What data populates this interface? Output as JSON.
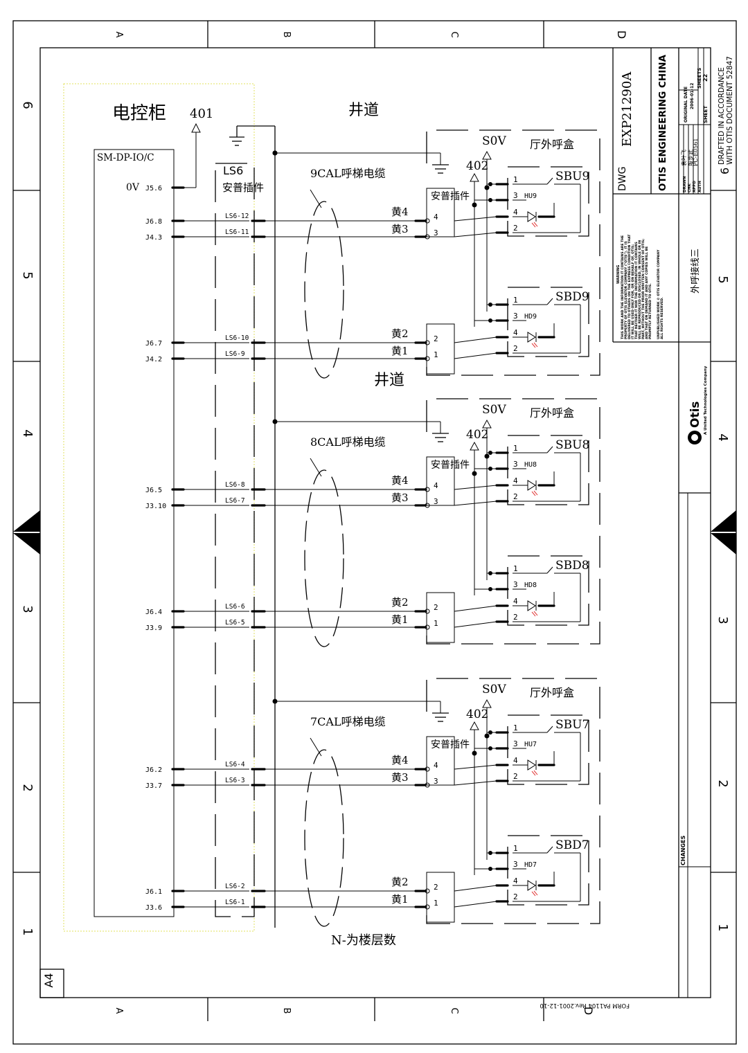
{
  "border": {
    "cols": [
      "A",
      "B",
      "C",
      "D"
    ],
    "rows": [
      "6",
      "5",
      "4",
      "3",
      "2",
      "1"
    ],
    "sheet_size": "A4",
    "form_note": "FORM PA1104 Rev.2001-12-10"
  },
  "cabinet": {
    "title": "电控柜",
    "terminal_401": "401",
    "board": "SM-DP-IO/C",
    "ov_label": "0V",
    "ov_pin": "J5.6"
  },
  "shaft_label": "井道",
  "ls6": {
    "name": "LS6",
    "sub": "安普插件"
  },
  "sections": [
    {
      "cable": "9CAL呼梯电缆",
      "hall_box": "厅外呼盒",
      "s0v": "S0V",
      "t402": "402",
      "amp": "安普插件",
      "up_btn": "SBU9",
      "up_led": "HU9",
      "dn_btn": "SBD9",
      "dn_led": "HD9",
      "wires": [
        {
          "j": "J6.8",
          "ls": "LS6-12",
          "color": "黄4",
          "amp_pin": "4"
        },
        {
          "j": "J4.3",
          "ls": "LS6-11",
          "color": "黄3",
          "amp_pin": "3"
        },
        {
          "j": "J6.7",
          "ls": "LS6-10",
          "color": "黄2",
          "amp_pin": "2"
        },
        {
          "j": "J4.2",
          "ls": "LS6-9",
          "color": "黄1",
          "amp_pin": "1"
        }
      ]
    },
    {
      "cable": "8CAL呼梯电缆",
      "hall_box": "厅外呼盒",
      "s0v": "S0V",
      "t402": "402",
      "amp": "安普插件",
      "up_btn": "SBU8",
      "up_led": "HU8",
      "dn_btn": "SBD8",
      "dn_led": "HD8",
      "wires": [
        {
          "j": "J6.5",
          "ls": "LS6-8",
          "color": "黄4",
          "amp_pin": "4"
        },
        {
          "j": "J3.10",
          "ls": "LS6-7",
          "color": "黄3",
          "amp_pin": "3"
        },
        {
          "j": "J6.4",
          "ls": "LS6-6",
          "color": "黄2",
          "amp_pin": "2"
        },
        {
          "j": "J3.9",
          "ls": "LS6-5",
          "color": "黄1",
          "amp_pin": "1"
        }
      ]
    },
    {
      "cable": "7CAL呼梯电缆",
      "hall_box": "厅外呼盒",
      "s0v": "S0V",
      "t402": "402",
      "amp": "安普插件",
      "up_btn": "SBU7",
      "up_led": "HU7",
      "dn_btn": "SBD7",
      "dn_led": "HD7",
      "wires": [
        {
          "j": "J6.2",
          "ls": "LS6-4",
          "color": "黄4",
          "amp_pin": "4"
        },
        {
          "j": "J3.7",
          "ls": "LS6-3",
          "color": "黄3",
          "amp_pin": "3"
        },
        {
          "j": "J6.1",
          "ls": "LS6-2",
          "color": "黄2",
          "amp_pin": "2"
        },
        {
          "j": "J3.6",
          "ls": "LS6-1",
          "color": "黄1",
          "amp_pin": "1"
        }
      ]
    }
  ],
  "button_pins": {
    "p1": "1",
    "p3": "3",
    "p4": "4",
    "p2": "2"
  },
  "footnote": "N-为楼层数",
  "title_block": {
    "dwg_label": "DWG",
    "dwg_no": "EXP21290A",
    "company": "OTIS ENGINEERING CHINA",
    "drawn_lbl": "DRAWN",
    "drawn": "袁叶飞",
    "chk_lbl": "CHK",
    "chk": "殷步武",
    "appd_lbl": "APPD",
    "appd": "PC-E0561",
    "auth_lbl": "AUTH",
    "orig_date_lbl": "ORIGINAL DATE",
    "orig_date": "2006-01-12",
    "sheets_lbl": "SHEETS",
    "sheets": "22",
    "sheet_lbl": "SHEET",
    "sheet": "6",
    "drafted1": "DRAFTED IN ACCORDANCE",
    "drafted2": "WITH OTIS DOCUMENT 52847",
    "warning_head": "WARNING",
    "warning": [
      "THIS WORK AND THE INFORMATION IT CONTAINS ARE THE",
      "PROPERTY OF OTIS ELEVATOR COMPANY (\"OTIS\"). IT IS",
      "DELIVERED TO OTHERS ON THE EXPRESS CONDITION THAT",
      "IT WILL BE USED ONLY FOR, OR ON BEHALF OF, OTIS;",
      "THAT NEITHER IT NOR THE INFORMATION IT CONTAINS",
      "WILL BE REPRODUCED OR DISCLOSED, IN WHOLE OR IN",
      "PART, WITHOUT THE PRIOR WRITTEN CONSENT OF OTIS;",
      "AND THAT ON DEMAND IT AND ANY COPIES WILL BE",
      "PROMPTLY RETURNED TO OTIS.",
      "UNPUBLISHED WORK © OTIS ELEVATOR COMPANY",
      "ALL RIGHTS RESERVED."
    ],
    "drawing_title": "外呼接线三",
    "logo": "Otis",
    "logo_sub": "A United Technologies Company",
    "changes": "CHANGES"
  }
}
